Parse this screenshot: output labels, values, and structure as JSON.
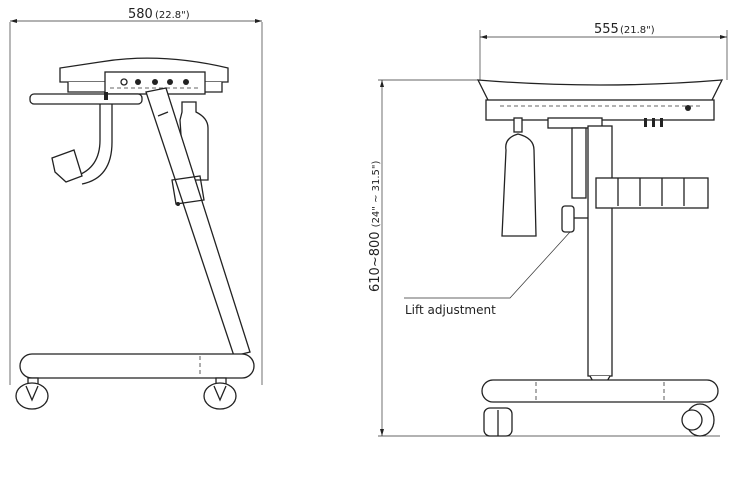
{
  "side_view": {
    "width_label": "580",
    "width_inch": "(22.8\")"
  },
  "front_view": {
    "width_label": "555",
    "width_inch": "(21.8\")",
    "height_label": "610~800",
    "height_inch": "(24\" ~ 31.5\")",
    "callout": "Lift adjustment"
  }
}
